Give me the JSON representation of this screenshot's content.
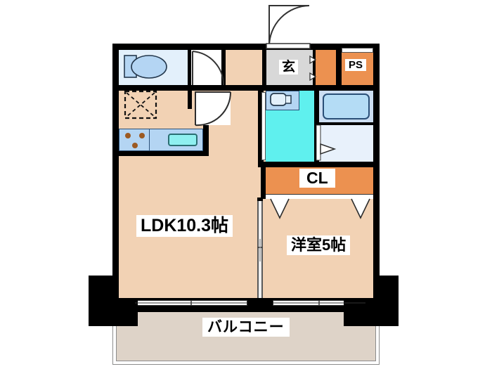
{
  "plan": {
    "type": "apartment-floor-plan",
    "layout_code": "1LDK",
    "rooms": [
      {
        "key": "ldk",
        "label": "LDK10.3帖",
        "size_jo": 10.3,
        "kind": "living-dining-kitchen"
      },
      {
        "key": "bedroom",
        "label": "洋室5帖",
        "size_jo": 5,
        "kind": "western-room"
      },
      {
        "key": "balcony",
        "label": "バルコニー",
        "kind": "balcony"
      },
      {
        "key": "closet",
        "label": "CL",
        "kind": "closet"
      },
      {
        "key": "entrance",
        "label": "玄",
        "kind": "genkan-entrance"
      },
      {
        "key": "pipeshaft",
        "label": "PS",
        "kind": "pipe-shaft"
      }
    ],
    "fixtures": [
      {
        "key": "toilet",
        "name": "toilet-fixture"
      },
      {
        "key": "stove",
        "name": "three-burner-stove"
      },
      {
        "key": "sink",
        "name": "kitchen-sink"
      },
      {
        "key": "fridge-space",
        "name": "refrigerator-space"
      },
      {
        "key": "vanity",
        "name": "washbasin-vanity"
      },
      {
        "key": "bathtub",
        "name": "bathtub"
      }
    ],
    "colors": {
      "floor": "#f2d2b4",
      "balcony": "#ded3c8",
      "wall": "#000000",
      "washroom": "#5ff0ee",
      "bath": "#e8f1fb",
      "closet": "#ec9150",
      "entrance": "#d8d8d8",
      "water_fixture": "#b4d5f3",
      "toilet_room": "#e3f0fb"
    }
  }
}
